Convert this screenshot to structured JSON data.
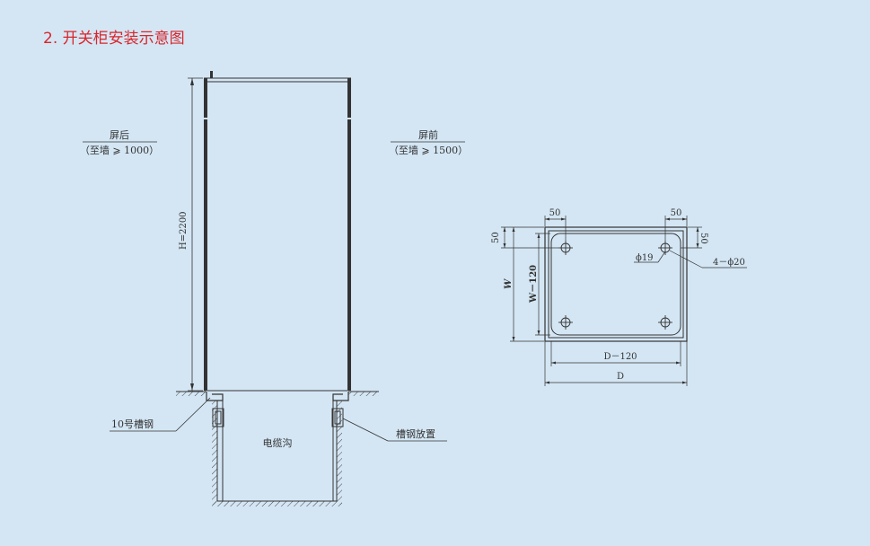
{
  "title": "2. 开关柜安装示意图",
  "labels": {
    "rear": "屏后",
    "rear_note": "（至墙 ⩾ 1000）",
    "front": "屏前",
    "front_note": "（至墙 ⩾ 1500）",
    "height": "H=2200",
    "channel_10": "10号槽钢",
    "cable_trench": "电缆沟",
    "channel_place": "槽钢放置"
  },
  "plan": {
    "d50_left": "50",
    "d50_right": "50",
    "d50_side": "50",
    "d50_right_side": "50",
    "w": "W",
    "w120": "W－120",
    "d120": "D－120",
    "d": "D",
    "phi19": "ϕ19",
    "holes": "4－ϕ20"
  }
}
